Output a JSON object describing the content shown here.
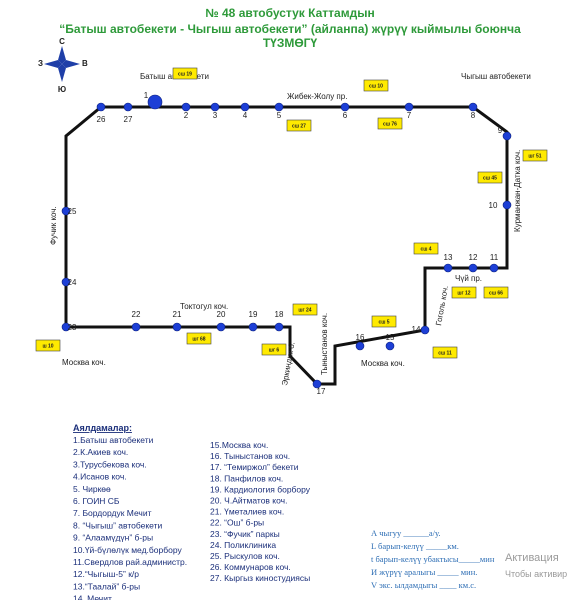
{
  "title": {
    "line1": "№ 48 автобустук Каттамдын",
    "line2": "“Батыш автобекети  -  Чыгыш автобекети” (айланпа) жүрүү кыймылы боюнча",
    "line3": "ТҮЗМӨГҮ"
  },
  "compass": {
    "north": "С",
    "south": "Ю",
    "west": "З",
    "east": "В"
  },
  "terminals": {
    "west": "Батыш автобекети",
    "east": "Чыгыш автобекети"
  },
  "streets": {
    "zhibek": "Жибек-Жолу пр.",
    "kurmanjan": "Курманжан-Датка коч.",
    "chuy": "Чүй пр.",
    "gogol": "Гоголь коч.",
    "moskva_east": "Москва коч.",
    "tynystanov": "Тыныстанов коч.",
    "erkindik": "Эркиндик б.",
    "toktogul": "Токтогул коч.",
    "moskva_west": "Москва коч.",
    "fuchik": "Фучик коч."
  },
  "stops": [
    "1",
    "2",
    "3",
    "4",
    "5",
    "6",
    "7",
    "8",
    "9",
    "10",
    "11",
    "12",
    "13",
    "14",
    "15",
    "16",
    "17",
    "18",
    "19",
    "20",
    "21",
    "22",
    "23",
    "24",
    "25",
    "26",
    "27"
  ],
  "tags": [
    "сш 19",
    "сш 10",
    "сш 27",
    "сш 76",
    "шг 51",
    "сш 45",
    "сш 4",
    "шг 12",
    "сш 66",
    "шг 24",
    "сш 5",
    "шг 6",
    "сш 11",
    "шг 68",
    "ш 10"
  ],
  "legend": {
    "title": "Аялдамалар:",
    "items": [
      "1.Батыш автобекети",
      "2.К.Акиев коч.",
      "3.Турусбекова коч.",
      "4.Исанов коч.",
      "5. Чиркөө",
      "6. ГОИН СБ",
      "7. Бордордук Мечит",
      "8. “Чыгыш” автобекети",
      "9. “Алаамүдүн” б-ры",
      "10.Үй-бүлөлүк мед.борбору",
      "11.Свердлов рай.администр.",
      "12.“Чыгыш-5” к/р",
      "13.“Таалай” б-ры",
      "14.  Мечит",
      "15.Москва коч.",
      "16.  Тыныстанов коч.",
      "17.  “Темиржол” бекети",
      "18.   Панфилов коч.",
      "19.  Кардиология борбору",
      "20.  Ч.Айтматов коч.",
      "21.  Үметалиев коч.",
      "22.  “Ош” б-ры",
      "23.  “Фучик” паркы",
      "24.  Поликлиника",
      "25.  Рыскулов коч.",
      "26.  Коммунаров коч.",
      "27.  Кыргыз киностудиясы"
    ]
  },
  "form": {
    "line1": "А чыгуу  ______а/у.",
    "line2": "L барып-келүү _____км.",
    "line3": "t барып-келүү убактысы_____мин",
    "line4": "И жүрүү аралыгы _____  мин.",
    "line5": "V экс. ылдамдыгы ____  км.с."
  },
  "watermark": {
    "line1": "Активация",
    "line2": "Чтобы активир"
  }
}
